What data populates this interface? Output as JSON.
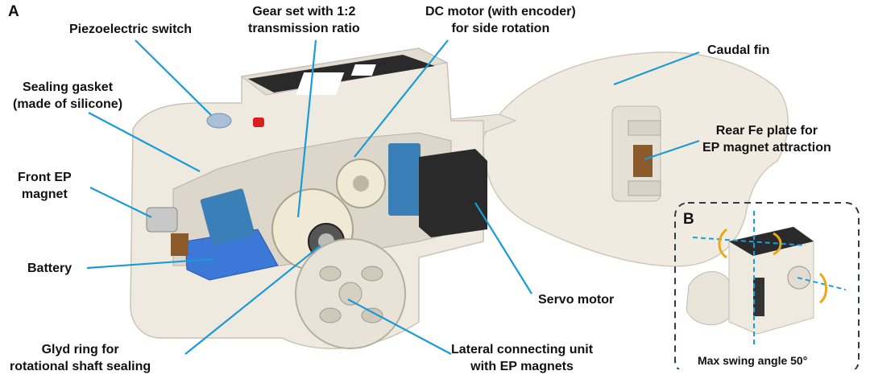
{
  "panels": {
    "a": "A",
    "b": "B"
  },
  "labels": {
    "piezo": [
      "Piezoelectric switch"
    ],
    "gear": [
      "Gear set with 1:2",
      "transmission ratio"
    ],
    "dc_motor": [
      "DC motor (with encoder)",
      "for side rotation"
    ],
    "caudal": [
      "Caudal fin"
    ],
    "gasket": [
      "Sealing gasket",
      "(made of silicone)"
    ],
    "rear_plate": [
      "Rear Fe plate for",
      "EP magnet attraction"
    ],
    "front_ep": [
      "Front EP",
      "magnet"
    ],
    "battery": [
      "Battery"
    ],
    "servo": [
      "Servo motor"
    ],
    "glyd": [
      "Glyd ring for",
      "rotational shaft sealing"
    ],
    "lateral": [
      "Lateral connecting unit",
      "with EP magnets"
    ],
    "max_swing": [
      "Max swing angle 50°"
    ]
  },
  "colors": {
    "leader": "#1a9ad6",
    "shell": "#eeeadf",
    "shell_edge": "#c9c4b5",
    "battery": "#3b78d8",
    "pcb": "#3a7fb8",
    "dark": "#2a2a2a",
    "axis_dash": "#1aa0d8",
    "arrow": "#e7a81a",
    "box": "#2f3a4a"
  }
}
